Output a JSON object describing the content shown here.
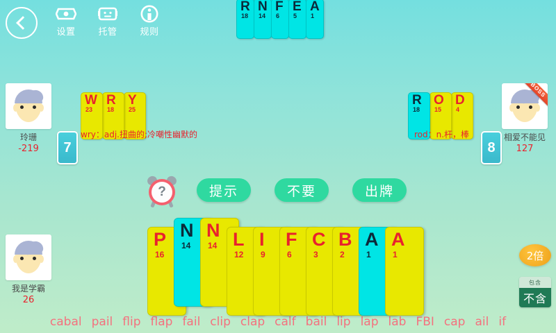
{
  "toolbar": {
    "back_icon": "back-chevron-icon",
    "items": [
      {
        "label": "设置",
        "icon": "eye-settings-icon"
      },
      {
        "label": "托管",
        "icon": "robot-autoplay-icon"
      },
      {
        "label": "规则",
        "icon": "info-rules-icon"
      }
    ]
  },
  "pile": {
    "cards": [
      {
        "letter": "R",
        "value": "18",
        "color": "cyan"
      },
      {
        "letter": "N",
        "value": "14",
        "color": "cyan"
      },
      {
        "letter": "F",
        "value": "6",
        "color": "cyan"
      },
      {
        "letter": "E",
        "value": "5",
        "color": "cyan"
      },
      {
        "letter": "A",
        "value": "1",
        "color": "cyan"
      }
    ]
  },
  "left_player": {
    "name": "玲珊",
    "score": "-219",
    "card_count": "7",
    "played_word_definition": "wry：adj.扭曲的;冷嘲性幽默的",
    "played_cards": [
      {
        "letter": "W",
        "value": "23",
        "color": "yellow"
      },
      {
        "letter": "R",
        "value": "18",
        "color": "yellow"
      },
      {
        "letter": "Y",
        "value": "25",
        "color": "yellow"
      }
    ]
  },
  "right_player": {
    "name": "相爱不能见",
    "score": "127",
    "card_count": "8",
    "badge": "BOSS",
    "played_word_definition": "rod：n.杆，棒",
    "played_cards": [
      {
        "letter": "R",
        "value": "18",
        "color": "cyan"
      },
      {
        "letter": "O",
        "value": "15",
        "color": "yellow"
      },
      {
        "letter": "D",
        "value": "4",
        "color": "yellow"
      }
    ]
  },
  "self_player": {
    "name": "我是学霸",
    "score": "26"
  },
  "actions": {
    "timer_icon": "alarm-clock-icon",
    "timer_value": "?",
    "hint_label": "提示",
    "pass_label": "不要",
    "play_label": "出牌"
  },
  "hand": {
    "cards": [
      {
        "letter": "P",
        "value": "16",
        "color": "yellow",
        "selected": false
      },
      {
        "letter": "N",
        "value": "14",
        "color": "cyan",
        "selected": true
      },
      {
        "letter": "N",
        "value": "14",
        "color": "yellow",
        "selected": true
      },
      {
        "letter": "L",
        "value": "12",
        "color": "yellow",
        "selected": false
      },
      {
        "letter": "I",
        "value": "9",
        "color": "yellow",
        "selected": false
      },
      {
        "letter": "F",
        "value": "6",
        "color": "yellow",
        "selected": false
      },
      {
        "letter": "C",
        "value": "3",
        "color": "yellow",
        "selected": false
      },
      {
        "letter": "B",
        "value": "2",
        "color": "yellow",
        "selected": false
      },
      {
        "letter": "A",
        "value": "1",
        "color": "cyan",
        "selected": false
      },
      {
        "letter": "A",
        "value": "1",
        "color": "yellow",
        "selected": false
      }
    ]
  },
  "multiplier": {
    "label": "2倍"
  },
  "include_toggle": {
    "inactive_label": "包含",
    "active_label": "不含"
  },
  "word_suggestions": [
    "cabal",
    "pail",
    "flip",
    "flap",
    "fail",
    "clip",
    "clap",
    "calf",
    "bail",
    "lip",
    "lap",
    "lab",
    "FBI",
    "cap",
    "ail",
    "if"
  ],
  "colors": {
    "bg_top": "#74dfdf",
    "bg_bottom": "#bfecc9",
    "card_yellow": "#e8e800",
    "card_cyan": "#00e5e5",
    "card_text_red": "#e8222d",
    "button_green": "#2fd9a0",
    "word_pink": "#f4717e",
    "multiplier_orange": "#eda01a"
  }
}
